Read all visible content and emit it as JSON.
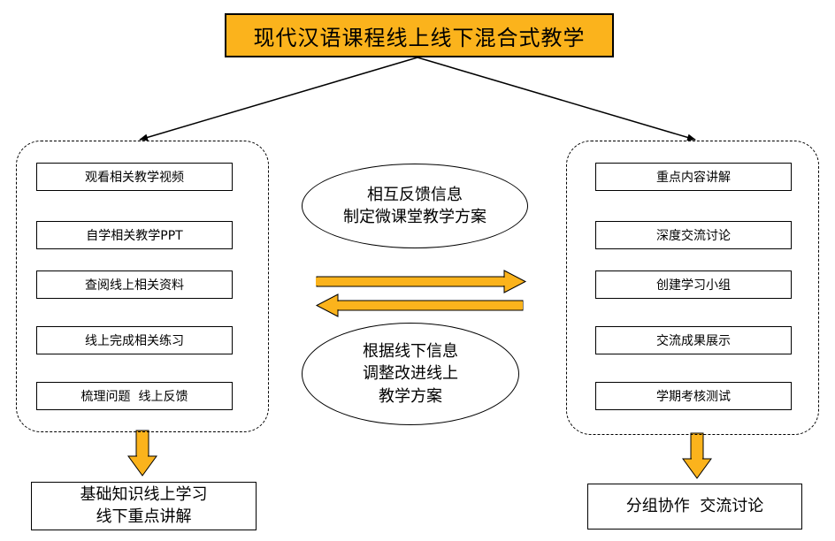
{
  "title": "现代汉语课程线上线下混合式教学",
  "left_group": {
    "steps": [
      "观看相关教学视频",
      "自学相关教学PPT",
      "查阅线上相关资料",
      "线上完成相关练习",
      "梳理问题  线上反馈"
    ],
    "result": [
      "基础知识线上学习",
      "线下重点讲解"
    ]
  },
  "right_group": {
    "steps": [
      "重点内容讲解",
      "深度交流讨论",
      "创建学习小组",
      "交流成果展示",
      "学期考核测试"
    ],
    "result": [
      "分组协作  交流讨论"
    ]
  },
  "top_ellipse": [
    "相互反馈信息",
    "制定微课堂教学方案"
  ],
  "bottom_ellipse": [
    "根据线下信息",
    "调整改进线上",
    "教学方案"
  ],
  "colors": {
    "accent": "#fbb31c",
    "line": "#000000"
  }
}
